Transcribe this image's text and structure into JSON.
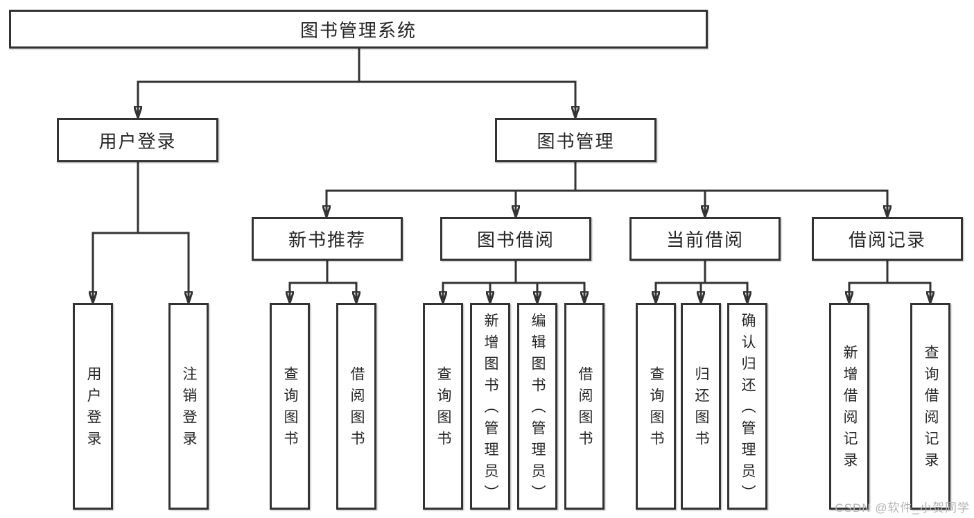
{
  "colors": {
    "line-color": "#333333",
    "text-color": "#262626",
    "watermark-color": "#b3b3b3",
    "node-bg": "#ffffff"
  },
  "diagram": {
    "root": {
      "label": "图书管理系统"
    },
    "branches": [
      {
        "label": "用户登录",
        "children": [
          {
            "label": "用户登录"
          },
          {
            "label": "注销登录"
          }
        ]
      },
      {
        "label": "图书管理",
        "children": [
          {
            "label": "新书推荐",
            "children": [
              {
                "label": "查询图书"
              },
              {
                "label": "借阅图书"
              }
            ]
          },
          {
            "label": "图书借阅",
            "children": [
              {
                "label": "查询图书"
              },
              {
                "label": "新增图书（管理员）"
              },
              {
                "label": "编辑图书（管理员）"
              },
              {
                "label": "借阅图书"
              }
            ]
          },
          {
            "label": "当前借阅",
            "children": [
              {
                "label": "查询图书"
              },
              {
                "label": "归还图书"
              },
              {
                "label": "确认归还（管理员）"
              }
            ]
          },
          {
            "label": "借阅记录",
            "children": [
              {
                "label": "新增借阅记录"
              },
              {
                "label": "查询借阅记录"
              }
            ]
          }
        ]
      }
    ]
  },
  "watermark": {
    "text": "CSDN @软件_小贺同学"
  }
}
